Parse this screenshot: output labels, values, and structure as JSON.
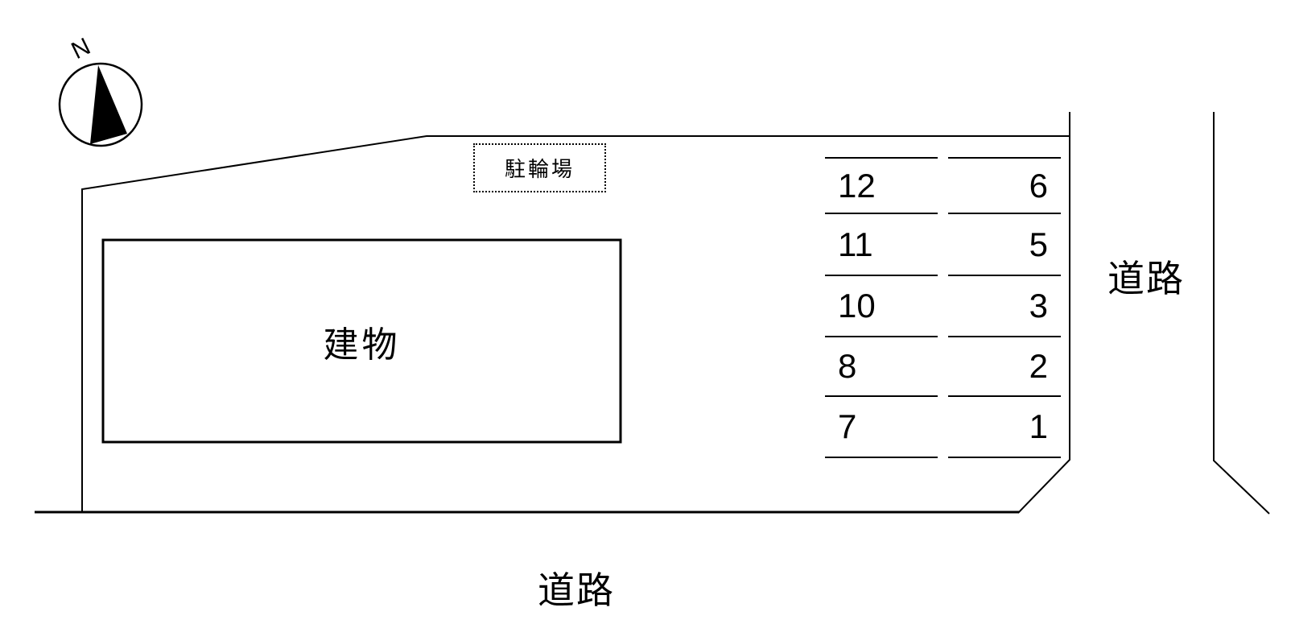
{
  "labels": {
    "north": "N",
    "building": "建物",
    "bicycle_parking": "駐輪場",
    "road_right": "道路",
    "road_bottom": "道路"
  },
  "parking_spaces": {
    "left_column": [
      "12",
      "11",
      "10",
      "8",
      "7"
    ],
    "right_column": [
      "6",
      "5",
      "3",
      "2",
      "1"
    ]
  },
  "colors": {
    "line": "#000000",
    "background": "#ffffff",
    "text": "#000000"
  }
}
